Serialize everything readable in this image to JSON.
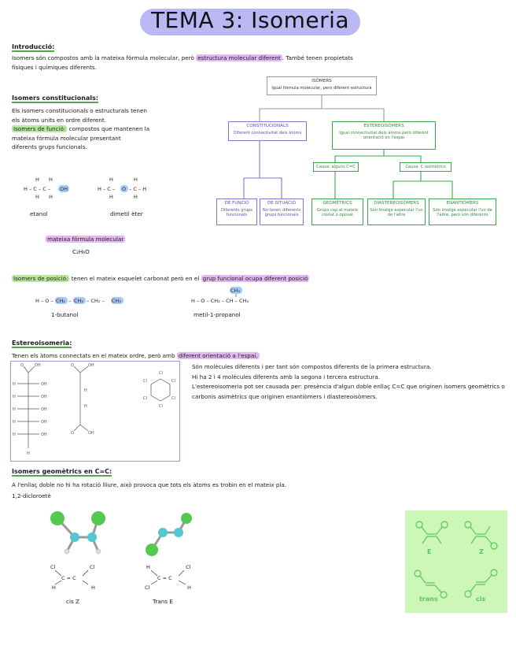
{
  "title": "TEMA 3: Isomeria",
  "intro": {
    "heading": "Introducció:",
    "line1_pre": "Isomers són compostos amb la mateixa fórmula molecular, però ",
    "line1_hl": "estructura molecular diferent",
    "line1_post": ". També tenen propietats",
    "line2": "físiques i químiques diferents."
  },
  "constitutional": {
    "heading": "Isomers constitucionals:",
    "line1": "Els isomers constitucionals o estructurals tenen",
    "line2": "els àtoms units en ordre diferent.",
    "func_hl": "Isomers de funció:",
    "func_rest": " compostos que mantenen la",
    "line4": "mateixa fórmula molecular presentant",
    "line5": "diferents grups funcionals.",
    "label_etanol": "etanol",
    "label_ether": "dimetil èter",
    "formula_hl": "mateixa fórmula molecular",
    "formula": "C₂H₆O"
  },
  "position": {
    "heading_hl": "Isomers de posició:",
    "text_pre": " tenen el mateix esquelet carbonat però en el ",
    "text_hl": "grup funcional ocupa diferent posició",
    "mol1_label": "1-butanol",
    "mol2_label": "metil-1-propanol"
  },
  "stereo": {
    "heading": "Estereoisomeria:",
    "line1_pre": "Tenen els àtoms connectats en el mateix ordre, però amb ",
    "line1_hl": "diferent orientació a l'espai.",
    "p1": "Són molècules diferents i per tant són compostos diferents de la primera estructura.",
    "p2": "Hi ha 2 i 4 molècules diferents amb la segona i tercera estructura.",
    "p3": "L'estereoisomeria pot ser causada per: presència d'algun doble enllaç C=C que originen isomers geomètrics o carbonis asimètrics que originen enantiòmers i diastereoisòmers."
  },
  "geometric": {
    "heading": "Isomers geomètrics en C=C:",
    "line1": "A l'enllaç doble no hi ha rotació lliure, això provoca que tots els àtoms es trobin en el mateix pla.",
    "compound": "1,2-dicloroetè",
    "cis_label": "cis Z",
    "trans_label": "Trans E",
    "panel_labels": [
      "E",
      "Z",
      "trans",
      "cis"
    ]
  },
  "diagram": {
    "root": {
      "title": "ISÒMERS",
      "desc": "Igual fórmula molecular, però diferent estructura"
    },
    "constitucionals": {
      "title": "CONSTITUCIONALS",
      "desc": "Diferent connectivitat dels àtoms"
    },
    "estereoisomers": {
      "title": "ESTEREOISÒMERS",
      "desc": "Igual connectivitat dels àtoms però diferent orientació en l'espai"
    },
    "funcio": {
      "title": "DE FUNCIÓ",
      "desc": "Diferents grups funcionals"
    },
    "situacio": {
      "title": "DE SITUACIÓ",
      "desc": "No tenen diferents grups funcionals"
    },
    "causa_cc": "Causa: alguns C=C",
    "causa_asim": "Causa: C asimètrics",
    "geometrics": {
      "title": "GEOMÈTRICS",
      "desc": "Grups cap al mateix costat o oposat"
    },
    "diastereo": {
      "title": "DIASTEREOISÒMERS",
      "desc": "Són imatge especular l'un de l'altre"
    },
    "enantiomers": {
      "title": "ENANTIÒMERS",
      "desc": "Són imatge especular l'un de l'altre, però són diferents"
    }
  },
  "colors": {
    "purple": "#b9b8f4",
    "highlight_purple": "#e3b8f3",
    "highlight_green": "#b7ea9e",
    "heading_underline": "#56a44b",
    "diagram_purple": "#7f76d6",
    "diagram_green": "#3aa84a"
  }
}
